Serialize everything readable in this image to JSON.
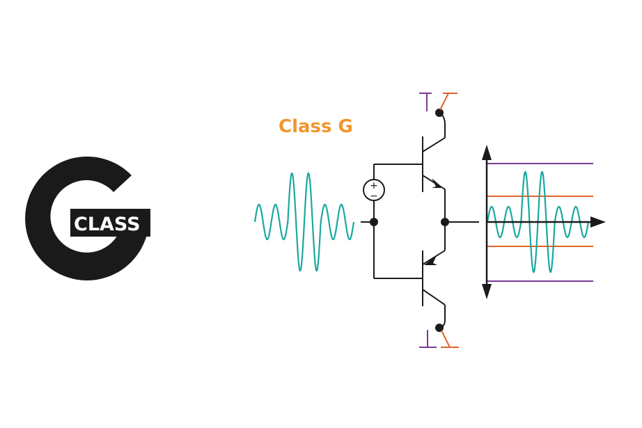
{
  "logo": {
    "letter": "G",
    "label": "CLASS",
    "color": "#1a1a1a",
    "text_color": "#ffffff"
  },
  "diagram": {
    "title": "Class G",
    "title_color": "#f0962e",
    "wire_color": "#1a1a1a",
    "signal_color": "#1aa8a0",
    "high_rail_color": "#7a3b96",
    "low_rail_color": "#e0622a",
    "source_plus": "+",
    "source_minus": "−"
  }
}
